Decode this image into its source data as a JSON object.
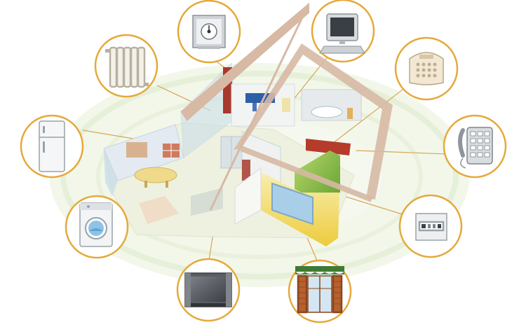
{
  "diagram": {
    "center": "smart-home-house",
    "devices": [
      {
        "id": "thermostat",
        "icon": "thermostat-icon"
      },
      {
        "id": "computer",
        "icon": "computer-monitor-icon"
      },
      {
        "id": "radiator",
        "icon": "radiator-icon"
      },
      {
        "id": "alarm-keypad",
        "icon": "alarm-keypad-icon"
      },
      {
        "id": "refrigerator",
        "icon": "refrigerator-icon"
      },
      {
        "id": "telephone",
        "icon": "telephone-icon"
      },
      {
        "id": "washing-machine",
        "icon": "washing-machine-icon"
      },
      {
        "id": "control-panel",
        "icon": "control-panel-icon"
      },
      {
        "id": "television",
        "icon": "television-icon"
      },
      {
        "id": "window-shutters",
        "icon": "window-shutters-icon"
      }
    ]
  },
  "colors": {
    "ring": "#E5A93B",
    "connector": "#D9A552",
    "glow": "#EEF4E2",
    "roof": "#D7B9A4",
    "chimney": "#A8382C",
    "floor": "#EEF1E0",
    "wall_yellow": "#F3E07A",
    "wall_white": "#F4F6F2",
    "window_blue": "#A9CFE8",
    "shutter_brown": "#B7612F"
  }
}
